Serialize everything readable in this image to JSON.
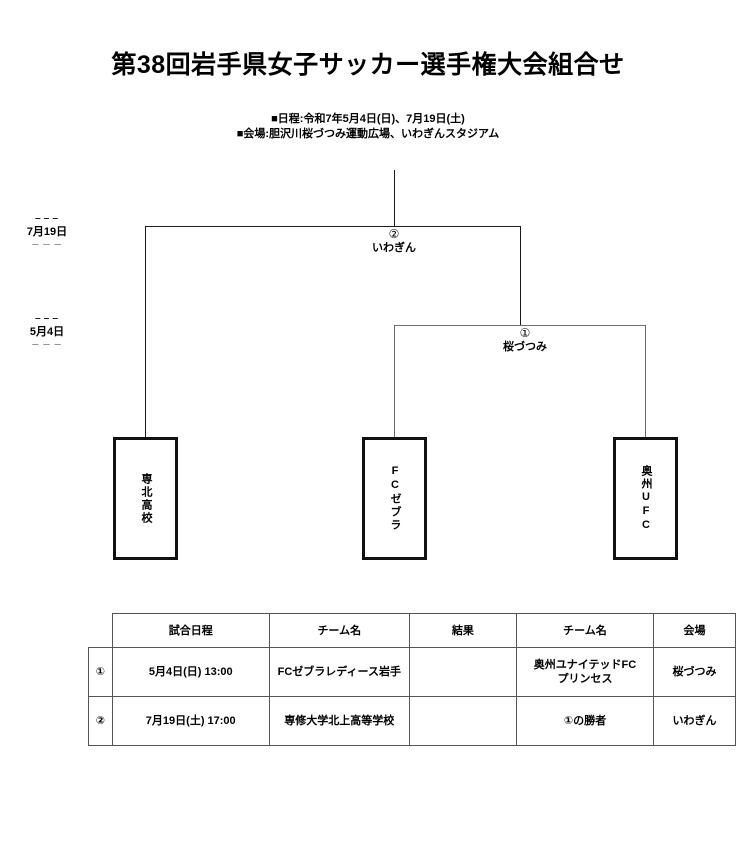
{
  "header": {
    "title": "第38回岩手県女子サッカー選手権大会組合せ",
    "subtitle_schedule": "■日程:令和7年5月4日(日)、7月19日(土)",
    "subtitle_venue": "■会場:胆沢川桜づつみ運動広場、いわぎんスタジアム"
  },
  "bracket": {
    "date_labels": [
      {
        "text": "7月19日"
      },
      {
        "text": "5月4日"
      }
    ],
    "nodes": [
      {
        "number": "②",
        "venue": "いわぎん"
      },
      {
        "number": "①",
        "venue": "桜づつみ"
      }
    ],
    "teams": [
      {
        "name": "専北高校"
      },
      {
        "name": "FCゼブラ"
      },
      {
        "name": "奥州UFC"
      }
    ]
  },
  "table": {
    "headers": [
      "試合日程",
      "チーム名",
      "結果",
      "チーム名",
      "会場"
    ],
    "rows": [
      {
        "index": "①",
        "date": "5月4日(日)  13:00",
        "team1": "FCゼブラレディース岩手",
        "result": "",
        "team2": "奥州ユナイテッドFC\nプリンセス",
        "venue": "桜づつみ"
      },
      {
        "index": "②",
        "date": "7月19日(土)  17:00",
        "team1": "専修大学北上高等学校",
        "result": "",
        "team2": "①の勝者",
        "venue": "いわぎん"
      }
    ]
  }
}
